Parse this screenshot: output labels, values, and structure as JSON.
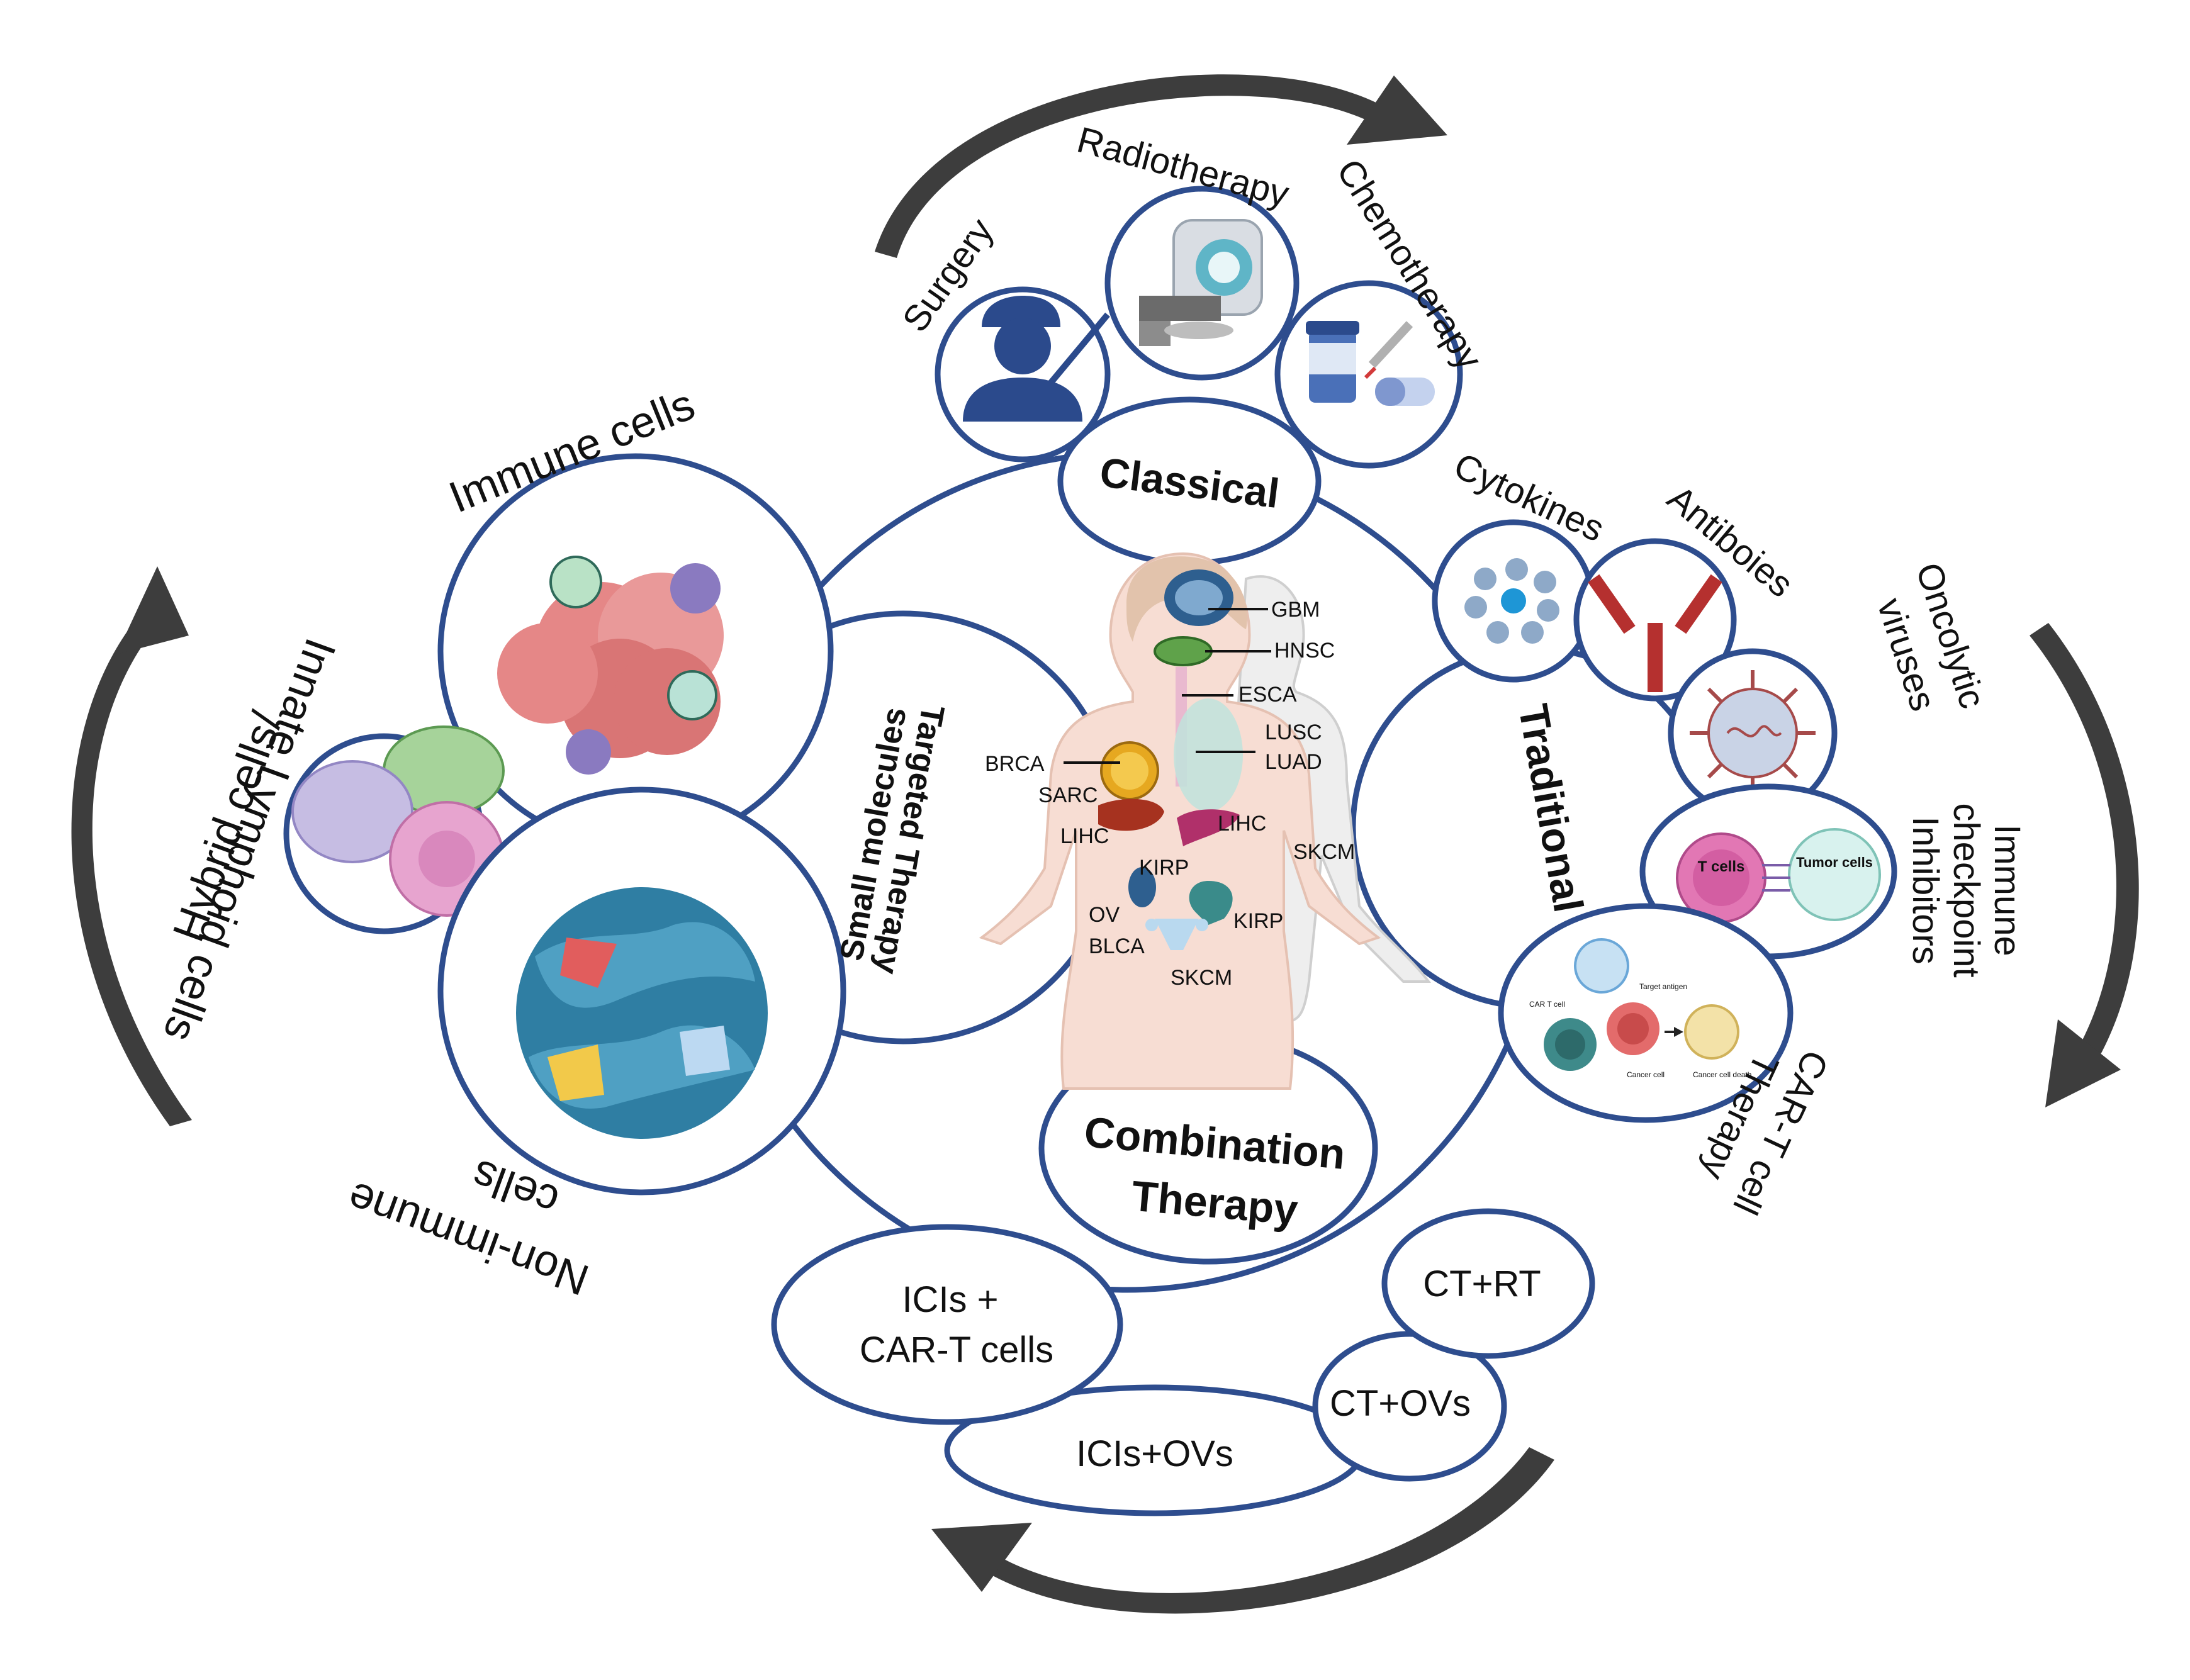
{
  "classical": {
    "title": "Classical",
    "items": [
      "Surgery",
      "Radiotherapy",
      "Chemotherapy"
    ]
  },
  "targeted": {
    "line1": "Small molecules",
    "line2": "Targeted Therapy"
  },
  "traditional": {
    "title": "Traditional",
    "items": [
      "Cytokines",
      "Antiboies",
      "Oncolytic",
      "viruses",
      "Immune",
      "checkpoint",
      "Inhibitors",
      "CAR-T cell",
      "Therapy"
    ]
  },
  "combination": {
    "title_line1": "Combination",
    "title_line2": "Therapy",
    "items": [
      "ICIs +",
      "CAR-T cells",
      "ICIs+OVs",
      "CT+OVs",
      "CT+RT"
    ]
  },
  "left": {
    "immune": "Immune cells",
    "innate_line1": "Hybrid cells/",
    "innate_line2": "Innate Lymphoid cells",
    "nonimmune_line1": "Non-immune",
    "nonimmune_line2": "cells"
  },
  "organs": [
    "GBM",
    "HNSC",
    "ESCA",
    "LUSC",
    "LUAD",
    "BRCA",
    "SARC",
    "LIHC",
    "LIHC",
    "SKCM",
    "KIRP",
    "OV",
    "BLCA",
    "KIRP",
    "SKCM"
  ],
  "car_t_panel": {
    "car_t_cell": "CAR T cell",
    "target_antigen": "Target antigen",
    "cancer_cell": "Cancer cell",
    "cancer_cell_death": "Cancer cell death"
  },
  "ici_panel": {
    "t_cells": "T cells",
    "tumor_cells": "Tumor cells"
  },
  "colors": {
    "ring": "#2e4d8e",
    "arrow": "#3d3d3d"
  }
}
